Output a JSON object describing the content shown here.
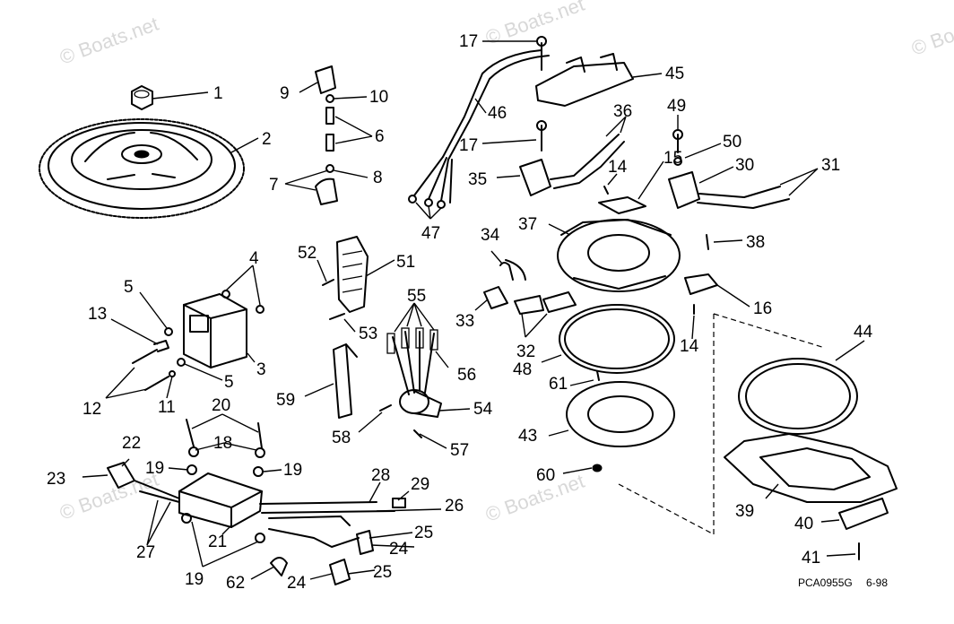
{
  "watermark": "© Boats.net",
  "callouts": {
    "c1": "1",
    "c2": "2",
    "c3": "3",
    "c4": "4",
    "c5a": "5",
    "c5b": "5",
    "c6": "6",
    "c7": "7",
    "c8": "8",
    "c9": "9",
    "c10": "10",
    "c11": "11",
    "c12": "12",
    "c13": "13",
    "c14a": "14",
    "c14b": "14",
    "c15": "15",
    "c16": "16",
    "c17a": "17",
    "c17b": "17",
    "c18": "18",
    "c19a": "19",
    "c19b": "19",
    "c19c": "19",
    "c20": "20",
    "c21": "21",
    "c22": "22",
    "c23": "23",
    "c24a": "24",
    "c24b": "24",
    "c25a": "25",
    "c25b": "25",
    "c26": "26",
    "c27": "27",
    "c28": "28",
    "c29": "29",
    "c30": "30",
    "c31": "31",
    "c32": "32",
    "c33": "33",
    "c34": "34",
    "c35": "35",
    "c36": "36",
    "c37": "37",
    "c38": "38",
    "c39": "39",
    "c40": "40",
    "c41": "41",
    "c43": "43",
    "c44": "44",
    "c45": "45",
    "c46": "46",
    "c47": "47",
    "c48": "48",
    "c49": "49",
    "c50": "50",
    "c51": "51",
    "c52": "52",
    "c53": "53",
    "c54": "54",
    "c55": "55",
    "c56": "56",
    "c57": "57",
    "c58": "58",
    "c59": "59",
    "c60": "60",
    "c61": "61",
    "c62": "62"
  },
  "footer": {
    "drawing_code": "PCA0955G",
    "date_code": "6-98"
  }
}
